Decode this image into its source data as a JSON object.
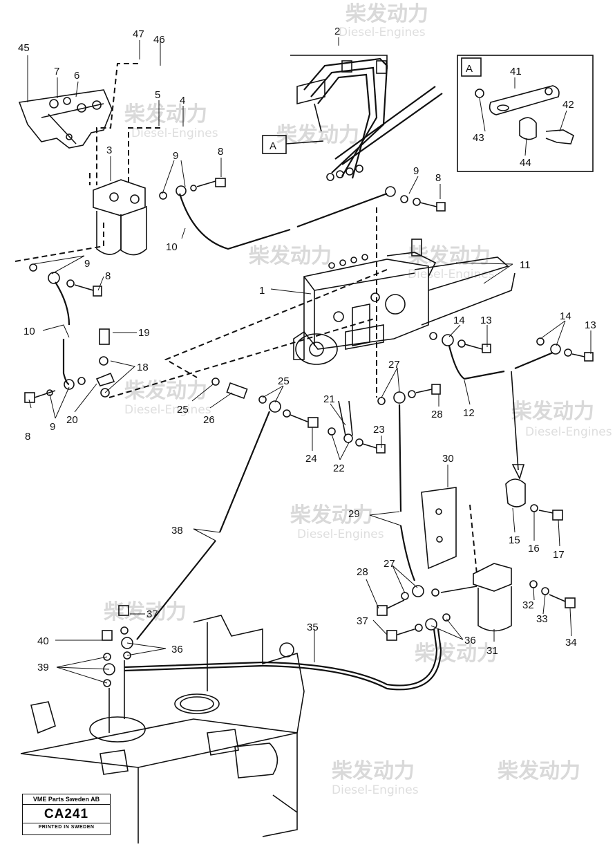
{
  "watermark": {
    "brand": "柴发动力",
    "sub": "Diesel-Engines"
  },
  "diagram_labels": {
    "section_tag": "A",
    "parts": [
      "1",
      "2",
      "3",
      "4",
      "5",
      "6",
      "7",
      "8",
      "9",
      "10",
      "11",
      "12",
      "13",
      "14",
      "15",
      "16",
      "17",
      "18",
      "19",
      "20",
      "21",
      "22",
      "23",
      "24",
      "25",
      "26",
      "27",
      "28",
      "29",
      "30",
      "31",
      "32",
      "33",
      "34",
      "35",
      "36",
      "37",
      "38",
      "39",
      "40",
      "41",
      "42",
      "43",
      "44",
      "45",
      "46",
      "47"
    ]
  },
  "stamp": {
    "company": "VME Parts Sweden AB",
    "code": "CA241",
    "footer": "PRINTED IN SWEDEN"
  }
}
